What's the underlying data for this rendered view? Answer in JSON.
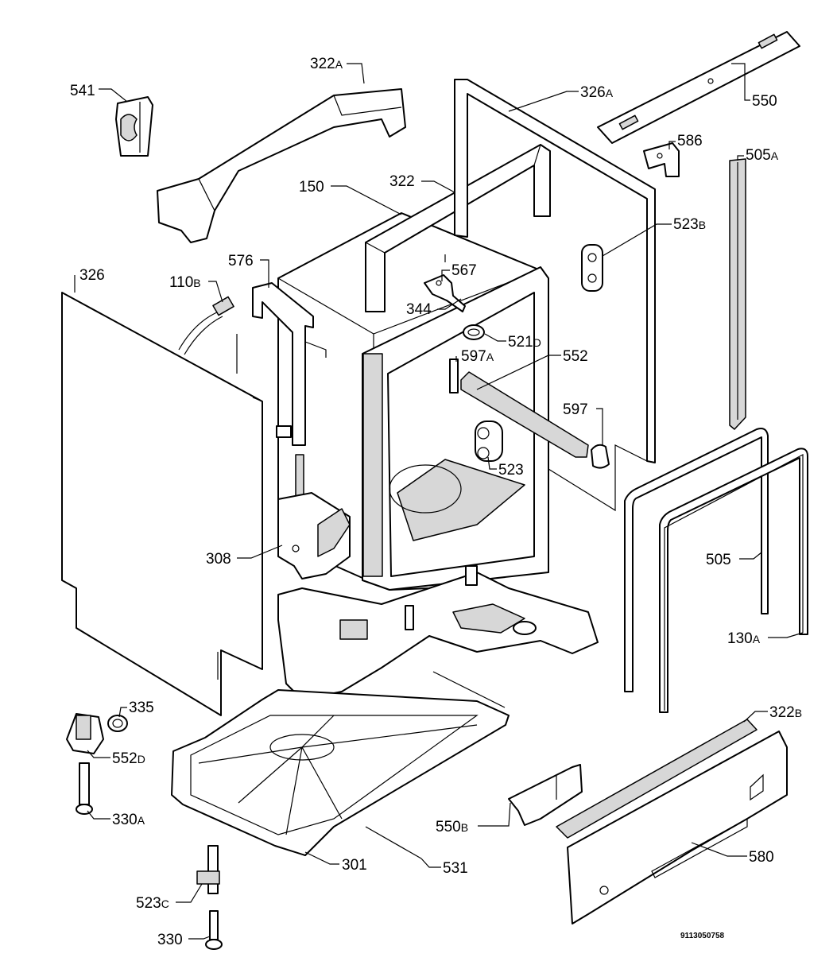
{
  "diagram": {
    "callouts": [
      {
        "num": "541",
        "suffix": ""
      },
      {
        "num": "322",
        "suffix": "A"
      },
      {
        "num": "326",
        "suffix": "A"
      },
      {
        "num": "550",
        "suffix": ""
      },
      {
        "num": "586",
        "suffix": ""
      },
      {
        "num": "505",
        "suffix": "A"
      },
      {
        "num": "150",
        "suffix": ""
      },
      {
        "num": "322",
        "suffix": ""
      },
      {
        "num": "523",
        "suffix": "B"
      },
      {
        "num": "576",
        "suffix": ""
      },
      {
        "num": "567",
        "suffix": ""
      },
      {
        "num": "326",
        "suffix": ""
      },
      {
        "num": "110",
        "suffix": "B"
      },
      {
        "num": "344",
        "suffix": ""
      },
      {
        "num": "521",
        "suffix": "D"
      },
      {
        "num": "597",
        "suffix": "A"
      },
      {
        "num": "552",
        "suffix": ""
      },
      {
        "num": "597",
        "suffix": ""
      },
      {
        "num": "523",
        "suffix": ""
      },
      {
        "num": "308",
        "suffix": ""
      },
      {
        "num": "505",
        "suffix": ""
      },
      {
        "num": "130",
        "suffix": "A"
      },
      {
        "num": "335",
        "suffix": ""
      },
      {
        "num": "322",
        "suffix": "B"
      },
      {
        "num": "552",
        "suffix": "D"
      },
      {
        "num": "330",
        "suffix": "A"
      },
      {
        "num": "550",
        "suffix": "B"
      },
      {
        "num": "301",
        "suffix": ""
      },
      {
        "num": "531",
        "suffix": ""
      },
      {
        "num": "580",
        "suffix": ""
      },
      {
        "num": "523",
        "suffix": "C"
      },
      {
        "num": "330",
        "suffix": ""
      }
    ],
    "drawing_code": "9113050758"
  }
}
